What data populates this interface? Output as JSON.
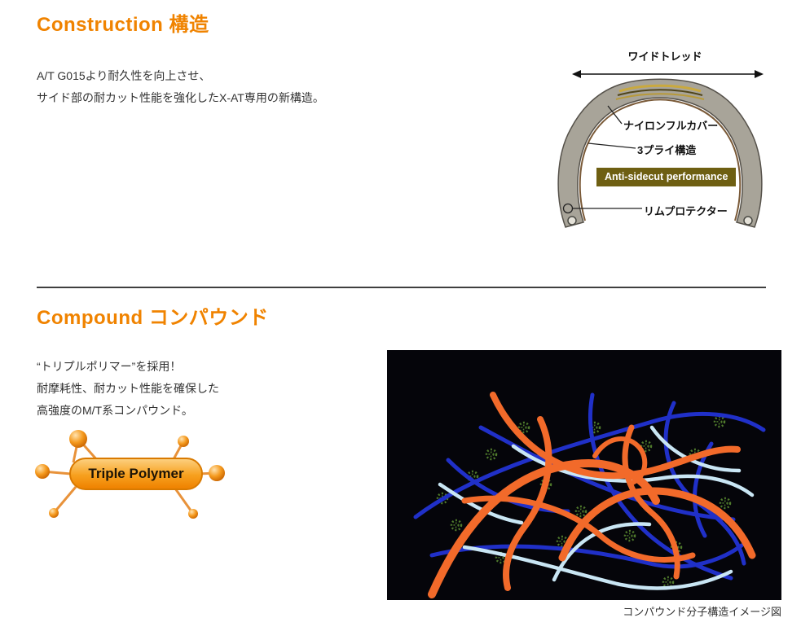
{
  "construction": {
    "title": "Construction 構造",
    "desc": [
      "A/T G015より耐久性を向上させ、",
      "サイド部の耐カット性能を強化したX-AT専用の新構造。"
    ],
    "labels": {
      "wide_tread": "ワイドトレッド",
      "nylon_full_cover": "ナイロンフルカバー",
      "three_ply": "3プライ構造",
      "anti_sidecut": "Anti-sidecut performance",
      "rim_protector": "リムプロテクター"
    }
  },
  "compound": {
    "title": "Compound コンパウンド",
    "desc": [
      "“トリプルポリマー”を採用！",
      "耐摩耗性、耐カット性能を確保した",
      "高強度のM/T系コンパウンド。"
    ],
    "badge": "Triple Polymer",
    "caption": "コンパウンド分子構造イメージ図"
  },
  "colors": {
    "accent_orange": "#f08300",
    "anti_sidecut_badge_bg": "#6e5f12",
    "anti_sidecut_badge_text": "#ffffff",
    "body_text": "#333333",
    "molecule_image_bg": "#05050a"
  }
}
